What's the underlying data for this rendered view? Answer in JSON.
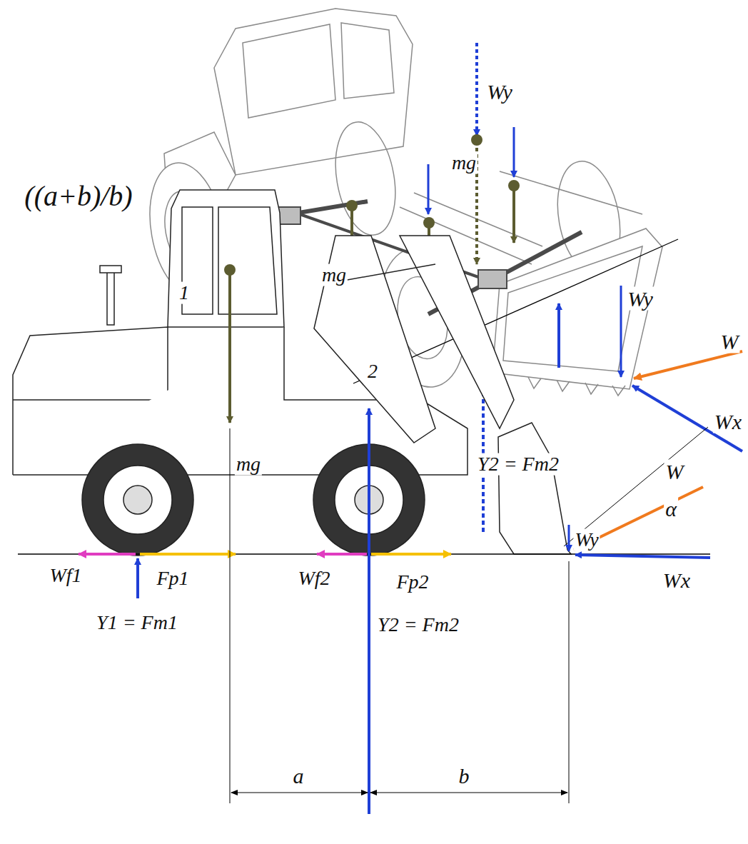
{
  "diagram": {
    "labels": [
      "Wy",
      "mg",
      "mg",
      "1",
      "2",
      "Wy",
      "W",
      "Wx",
      "((a+b)/b)",
      "Y2 = Fm2",
      "Wy",
      "W",
      "α",
      "mg",
      "Wf1",
      "Fp1",
      "Y1 = Fm1",
      "Wf2",
      "Fp2",
      "Y2 = Fm2",
      "Wx",
      "a",
      "b"
    ]
  }
}
